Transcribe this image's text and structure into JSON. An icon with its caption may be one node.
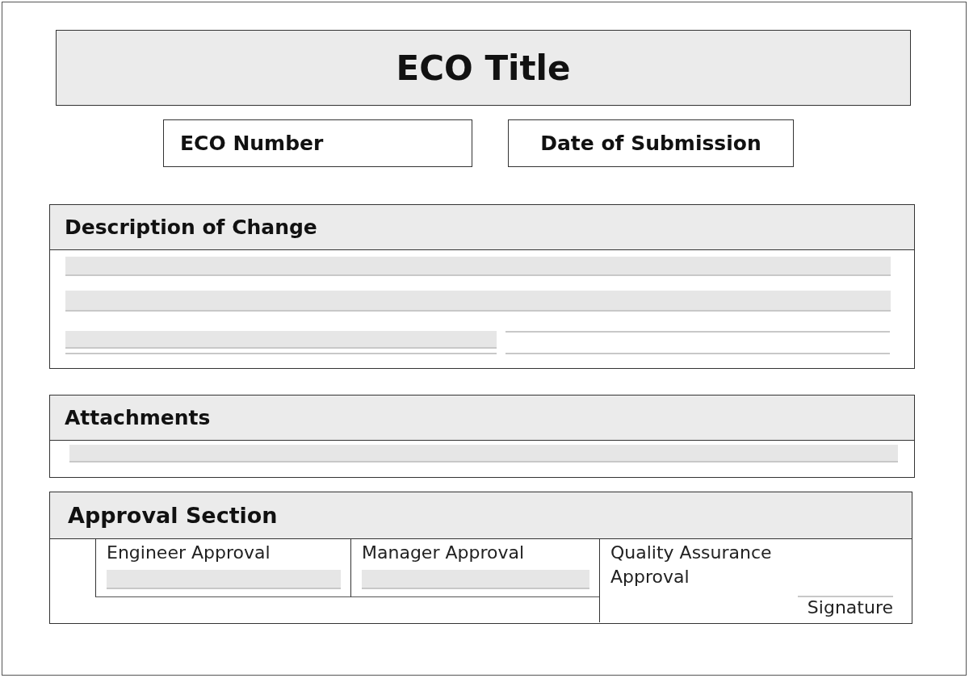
{
  "diagram": {
    "nodes": [
      {
        "text": [
          "ECO Title"
        ]
      },
      {
        "text": [
          "ECO Number"
        ]
      },
      {
        "text": [
          "Date of Submission"
        ]
      },
      {
        "text": [
          "Description of Change"
        ]
      },
      {
        "text": [
          "Attachments"
        ]
      },
      {
        "text": [
          "Approval Section"
        ]
      },
      {
        "text": [
          "Engineer Approval"
        ],
        "in": 5
      },
      {
        "text": [
          "Manager Approval"
        ],
        "in": 5
      },
      {
        "text": [
          "Quality Assurance Approval",
          "Signature"
        ],
        "in": 5
      }
    ]
  }
}
